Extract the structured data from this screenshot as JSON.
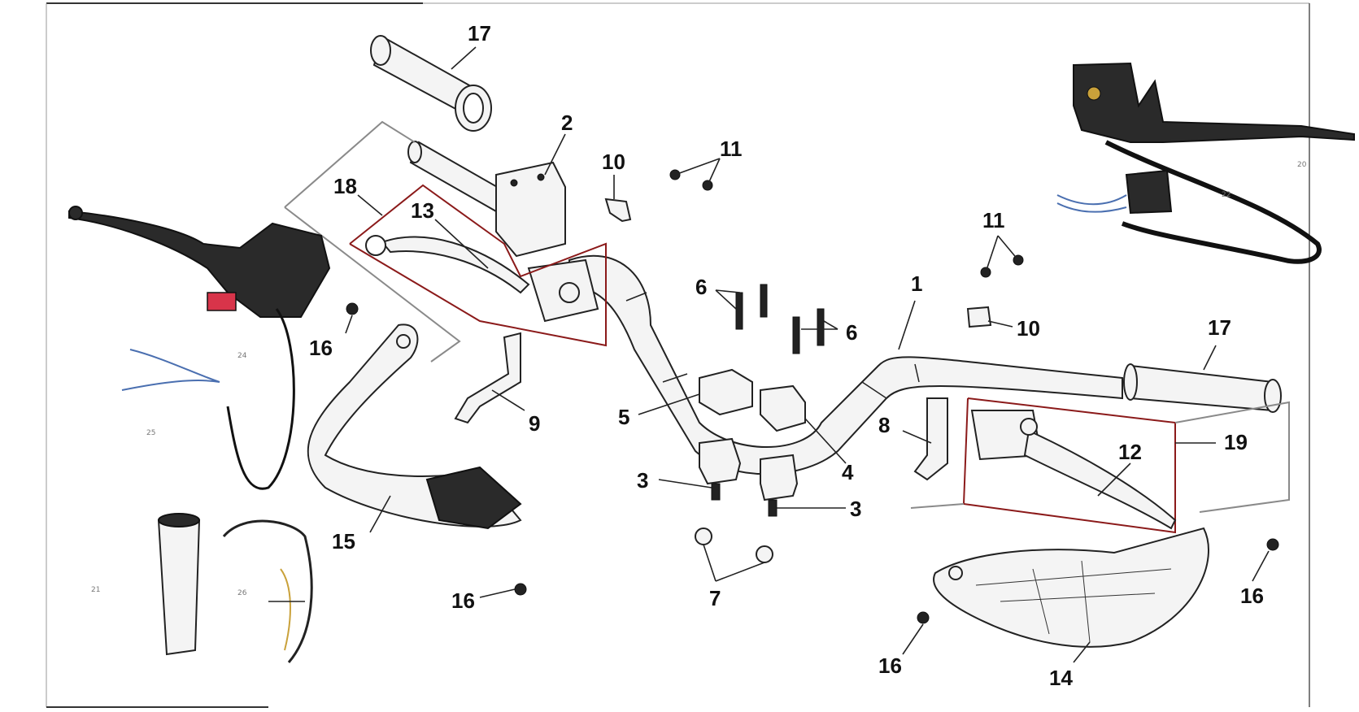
{
  "diagram": {
    "callouts": [
      {
        "id": "c17a",
        "text": "17"
      },
      {
        "id": "c2",
        "text": "2"
      },
      {
        "id": "c10a",
        "text": "10"
      },
      {
        "id": "c11a",
        "text": "11"
      },
      {
        "id": "c18",
        "text": "18"
      },
      {
        "id": "c13",
        "text": "13"
      },
      {
        "id": "c6a",
        "text": "6"
      },
      {
        "id": "c6b",
        "text": "6"
      },
      {
        "id": "c1",
        "text": "1"
      },
      {
        "id": "c11b",
        "text": "11"
      },
      {
        "id": "c10b",
        "text": "10"
      },
      {
        "id": "c17b",
        "text": "17"
      },
      {
        "id": "c16a",
        "text": "16"
      },
      {
        "id": "c9",
        "text": "9"
      },
      {
        "id": "c5",
        "text": "5"
      },
      {
        "id": "c4",
        "text": "4"
      },
      {
        "id": "c8",
        "text": "8"
      },
      {
        "id": "c12",
        "text": "12"
      },
      {
        "id": "c19",
        "text": "19"
      },
      {
        "id": "c3a",
        "text": "3"
      },
      {
        "id": "c3b",
        "text": "3"
      },
      {
        "id": "c15",
        "text": "15"
      },
      {
        "id": "c7",
        "text": "7"
      },
      {
        "id": "c16b",
        "text": "16"
      },
      {
        "id": "c16c",
        "text": "16"
      },
      {
        "id": "c16d",
        "text": "16"
      },
      {
        "id": "c14",
        "text": "14"
      }
    ],
    "small_labels": [
      {
        "id": "s21a",
        "text": "21"
      },
      {
        "id": "s22",
        "text": "22"
      },
      {
        "id": "s20",
        "text": "20"
      },
      {
        "id": "s24",
        "text": "24"
      },
      {
        "id": "s25",
        "text": "25"
      },
      {
        "id": "s26",
        "text": "26"
      }
    ]
  }
}
